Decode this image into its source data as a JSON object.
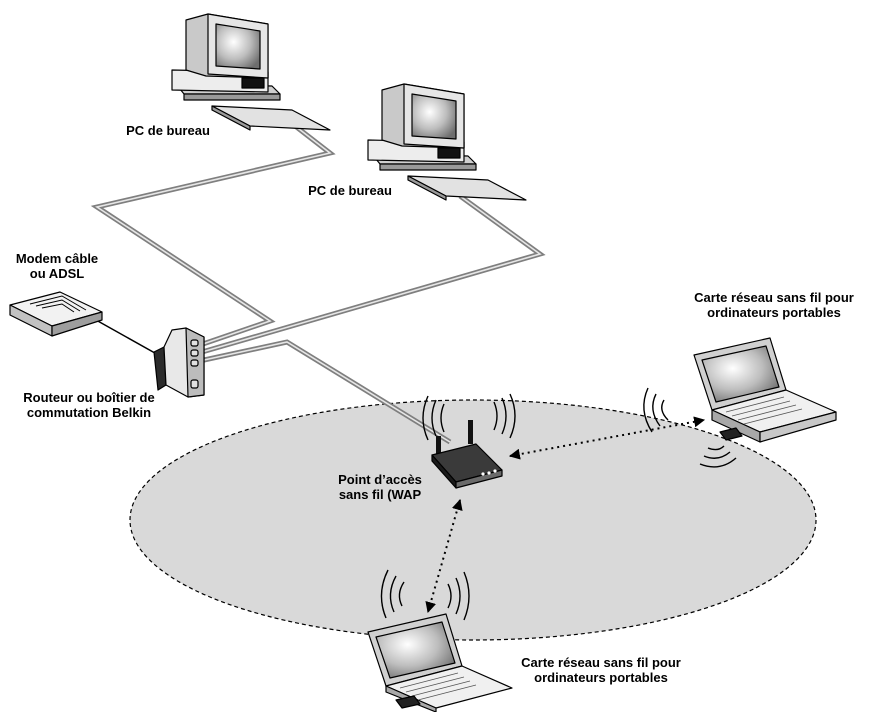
{
  "labels": {
    "pc1": "PC de bureau",
    "pc2": "PC de bureau",
    "modem_line1": "Modem câble",
    "modem_line2": "ou ADSL",
    "router_line1": "Routeur ou boîtier de",
    "router_line2": "commutation Belkin",
    "wap_line1": "Point d’accès",
    "wap_line2": "sans fil (WAP",
    "laptop_right_line1": "Carte réseau sans fil pour",
    "laptop_right_line2": "ordinateurs portables",
    "laptop_bottom_line1": "Carte réseau sans fil pour",
    "laptop_bottom_line2": "ordinateurs portables"
  },
  "icons": {
    "pc1": "desktop-pc-icon",
    "pc2": "desktop-pc-icon",
    "modem": "modem-icon",
    "router": "router-icon",
    "wap": "wireless-access-point-icon",
    "laptop_right": "laptop-icon",
    "laptop_bottom": "laptop-icon"
  },
  "colors": {
    "coverage_area": "#d9d9d9",
    "cable": "#7f7f7f",
    "outline": "#000000"
  }
}
